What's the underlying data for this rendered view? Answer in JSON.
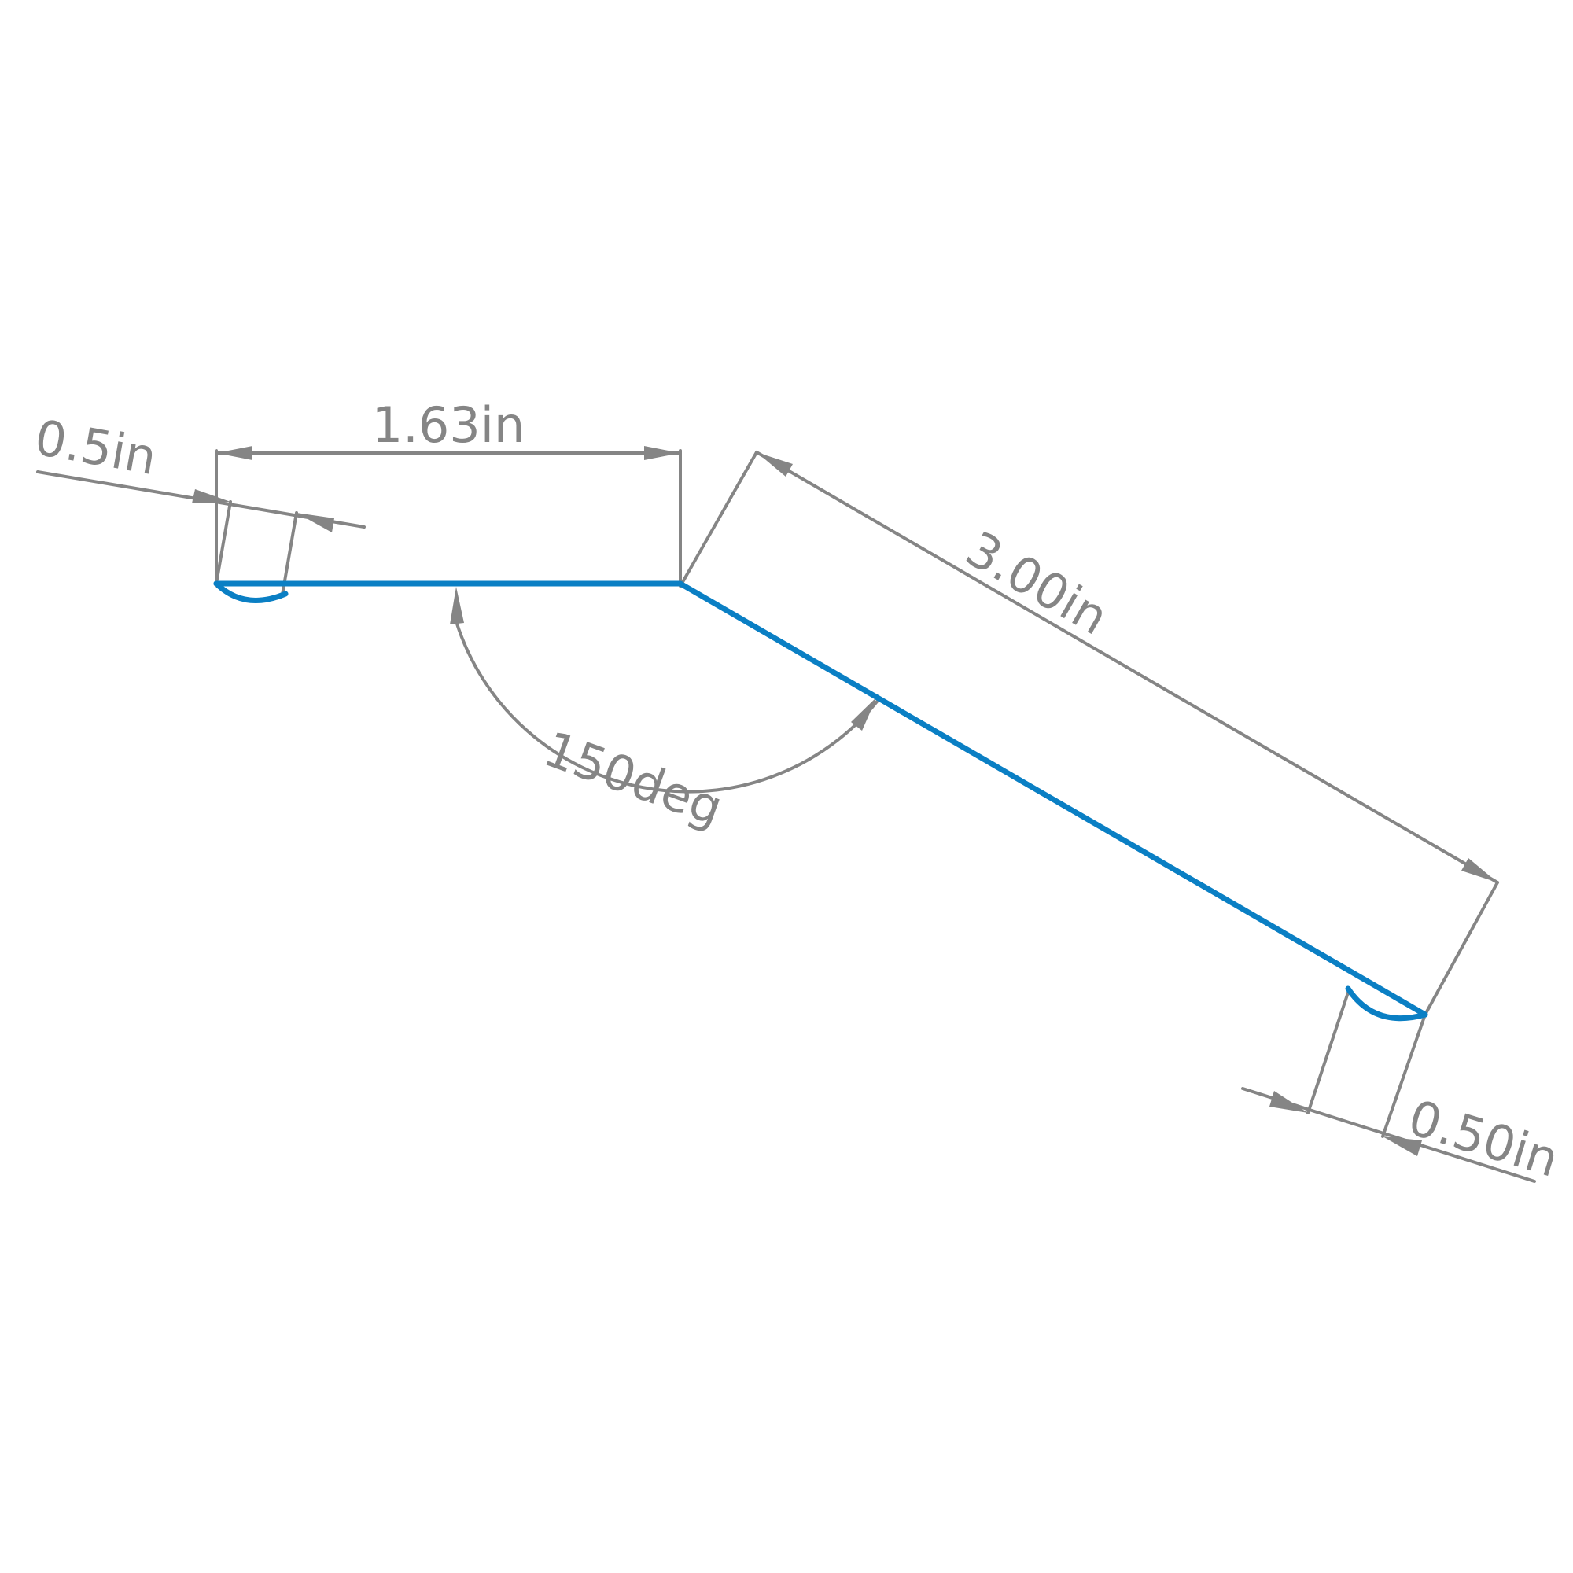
{
  "colors": {
    "geometry": "#0a7fc4",
    "dimension": "#858585",
    "background": "#ffffff"
  },
  "dimensions": {
    "top_width": "1.63in",
    "sloped_length": "3.00in",
    "angle": "150deg",
    "left_offset": "0.5in",
    "right_offset": "0.50in"
  }
}
